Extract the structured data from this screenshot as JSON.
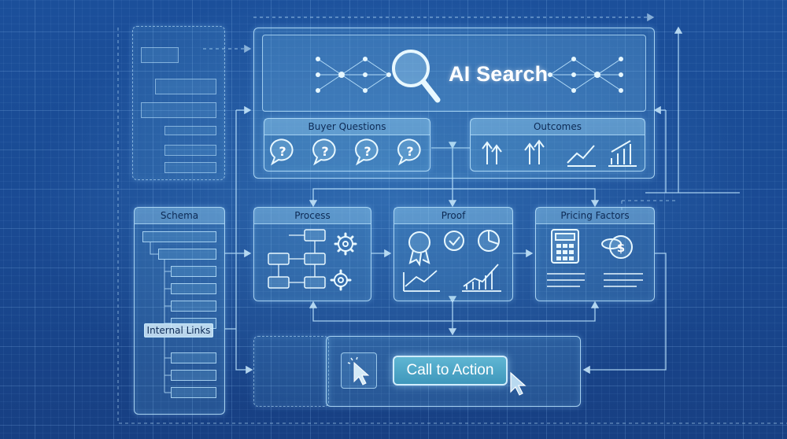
{
  "title": "AI Search",
  "sections": {
    "buyer_questions": "Buyer Questions",
    "outcomes": "Outcomes",
    "process": "Process",
    "proof": "Proof",
    "pricing_factors": "Pricing Factors",
    "schema": "Schema",
    "internal_links": "Internal Links"
  },
  "cta": {
    "label": "Call to Action"
  },
  "icons": {
    "buyer_questions": [
      "question-bubble-icon",
      "question-bubble-icon",
      "question-bubble-icon",
      "question-bubble-icon"
    ],
    "outcomes": [
      "up-arrows-icon",
      "up-arrows-icon",
      "line-chart-icon",
      "bar-chart-icon"
    ],
    "process": [
      "flowchart-icon",
      "gear-icon",
      "gear-icon"
    ],
    "proof": [
      "award-badge-icon",
      "check-badge-icon",
      "pie-chart-icon",
      "line-chart-icon",
      "line-chart-icon"
    ],
    "pricing_factors": [
      "calculator-icon",
      "coin-stack-icon"
    ],
    "cta": [
      "cursor-click-icon",
      "pointer-icon"
    ]
  },
  "colors": {
    "background": "#1b4f9a",
    "line": "#bfe6ff",
    "header_text": "#0d2a55",
    "cta_fill": "#4aa6c6"
  }
}
